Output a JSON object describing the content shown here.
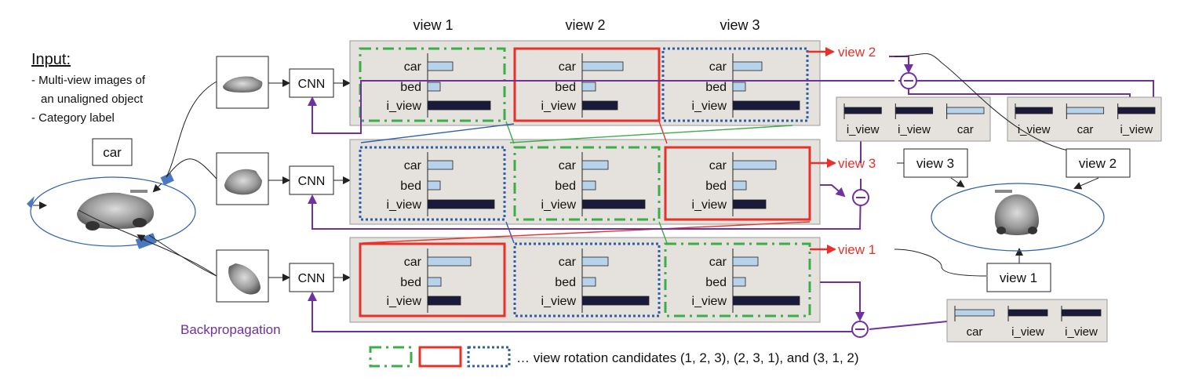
{
  "view_headers": [
    "view 1",
    "view 2",
    "view 3"
  ],
  "input": {
    "title": "Input:",
    "line1": "- Multi-view images of",
    "line2": "an unaligned object",
    "line3": "- Category label",
    "category": "car"
  },
  "cnn_label": "CNN",
  "row_labels": [
    "car",
    "bed",
    "i_view"
  ],
  "rows": [
    {
      "cells": [
        {
          "values": [
            0.32,
            0.16,
            0.8
          ]
        },
        {
          "values": [
            0.52,
            0.17,
            0.45
          ]
        },
        {
          "values": [
            0.37,
            0.16,
            0.85
          ]
        }
      ],
      "output_label": "view 2"
    },
    {
      "cells": [
        {
          "values": [
            0.32,
            0.16,
            0.85
          ]
        },
        {
          "values": [
            0.33,
            0.17,
            0.8
          ]
        },
        {
          "values": [
            0.55,
            0.17,
            0.42
          ]
        }
      ],
      "output_label": "view 3"
    },
    {
      "cells": [
        {
          "values": [
            0.55,
            0.17,
            0.42
          ]
        },
        {
          "values": [
            0.33,
            0.17,
            0.85
          ]
        },
        {
          "values": [
            0.32,
            0.16,
            0.85
          ]
        }
      ],
      "output_label": "view 1"
    }
  ],
  "target_boxes": [
    {
      "labels": [
        "i_view",
        "i_view",
        "car"
      ],
      "highlight": 2
    },
    {
      "labels": [
        "i_view",
        "car",
        "i_view"
      ],
      "highlight": 1
    },
    {
      "labels": [
        "car",
        "i_view",
        "i_view"
      ],
      "highlight": 0
    }
  ],
  "right_views": [
    "view 3",
    "view 2",
    "view 1"
  ],
  "backprop_label": "Backpropagation",
  "legend_text": "… view rotation candidates (1, 2, 3), (2, 3, 1), and (3, 1, 2)",
  "colors": {
    "green": "#3cad48",
    "red": "#e8312a",
    "blue": "#2e5fa8",
    "purple": "#7030a0",
    "panel": "#e5e1dc",
    "bar_light": "#b7d3ec",
    "bar_dark": "#1a1a3a"
  },
  "icons": [
    "car-render",
    "camera-icon"
  ]
}
